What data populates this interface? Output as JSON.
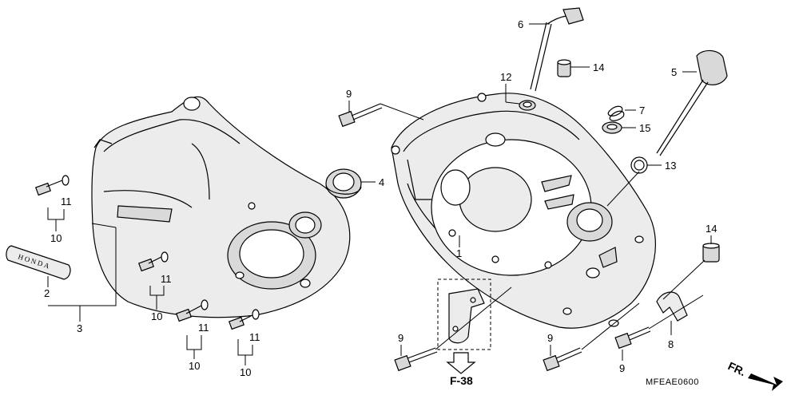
{
  "diagram": {
    "drawing_code": "MFEAE0600",
    "reference": "F-38",
    "front_marker": "FR.",
    "emblem_text": "HONDA",
    "callouts": {
      "c1": "1",
      "c2": "2",
      "c3": "3",
      "c4": "4",
      "c5": "5",
      "c6": "6",
      "c7": "7",
      "c8": "8",
      "c9a": "9",
      "c9b": "9",
      "c9c": "9",
      "c9d": "9",
      "c10a": "10",
      "c10b": "10",
      "c10c": "10",
      "c10d": "10",
      "c11a": "11",
      "c11b": "11",
      "c11c": "11",
      "c11d": "11",
      "c12": "12",
      "c13": "13",
      "c14a": "14",
      "c14b": "14",
      "c15": "15"
    }
  }
}
